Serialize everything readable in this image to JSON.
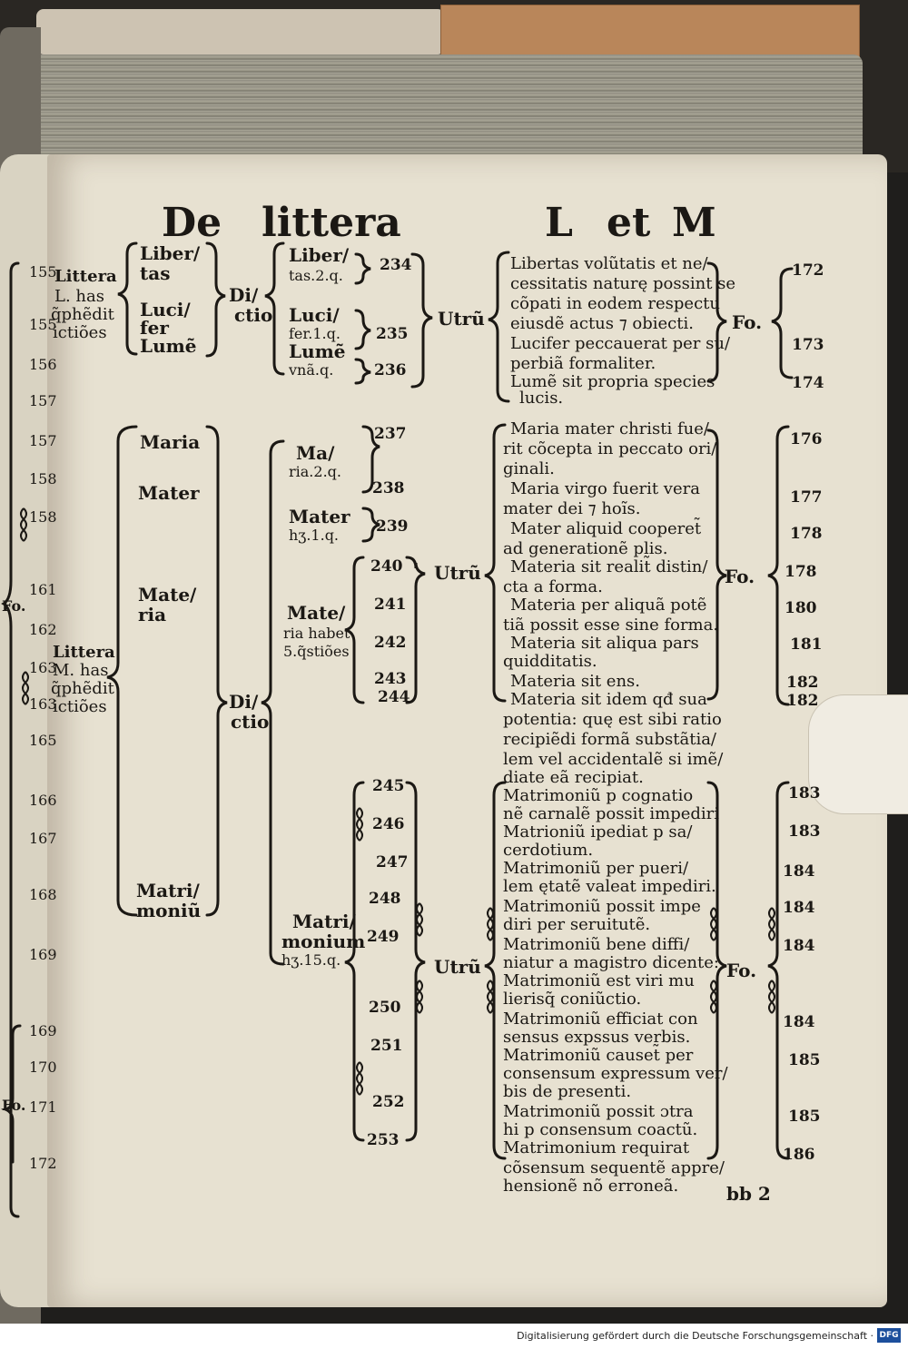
{
  "heading": {
    "part1": "De",
    "part2": "littera",
    "part3": "L",
    "part4": "et",
    "part5": "M"
  },
  "section_l": {
    "left_label": [
      "Littera",
      "L. has",
      "q̃phẽdit",
      "ictiões"
    ],
    "terms": [
      "Liber/",
      "tas",
      "Luci/",
      "fer",
      "Lumẽ"
    ],
    "dictio": [
      "Di/",
      "ctio"
    ],
    "subterms": [
      "Liber/",
      "tas.2.q.",
      "Luci/",
      "fer.1.q.",
      "Lumẽ",
      "vnã.q."
    ],
    "qnums": [
      "234",
      "235",
      "236"
    ],
    "utru": "Utrũ",
    "questions": [
      "Libertas volũtatis et ne/",
      "cessitatis naturę possint se",
      "cõpati in eodem respectu",
      "eiusdẽ actus ⁊ obiecti.",
      "Lucifer peccauerat per su/",
      "perbiã formaliter.",
      "Lumẽ sit propria species",
      "lucis."
    ],
    "fo": "Fo.",
    "folios": [
      "172",
      "173",
      "174"
    ]
  },
  "section_m": {
    "left_label": [
      "Littera",
      "M. has",
      "q̃phẽdit",
      "ictiões"
    ],
    "terms": [
      "Maria",
      "Mater",
      "Mate/",
      "ria",
      "Matri/",
      "moniũ"
    ],
    "dictio": [
      "Di/",
      "ctio"
    ],
    "subterms": [
      "Ma/",
      "ria.2.q.",
      "Mater",
      "hʒ.1.q.",
      "Mate/",
      "ria habet",
      "5.q̃stiões",
      "Matri/",
      "monium",
      "hʒ.15.q."
    ],
    "qnums_a": [
      "237",
      "238",
      "239",
      "240",
      "241",
      "242",
      "243",
      "244"
    ],
    "qnums_b": [
      "245",
      "246",
      "247",
      "248",
      "249",
      "250",
      "251",
      "252",
      "253"
    ],
    "utru": "Utrũ",
    "questions_a": [
      "Maria mater christi fue/",
      "rit cõcepta in peccato ori/",
      "ginali.",
      "Maria virgo fuerit vera",
      "mater dei ⁊ hoĩs.",
      "Mater aliquid cooperet̃",
      "ad generationẽ plis.",
      "Materia sit realit̃ distin/",
      "cta a forma.",
      "Materia per aliquã potẽ",
      "tiã possit esse sine forma.",
      "Materia sit aliqua pars",
      "quidditatis.",
      "Materia sit ens.",
      "Materia sit idem qđ sua",
      "potentia: quę est sibi ratio",
      "recipiẽdi formã substãtia/",
      "lem vel accidentalẽ si imẽ/",
      "diate eã recipiat."
    ],
    "questions_b": [
      "Matrimoniũ p cognatio",
      "nẽ carnalẽ possit impediri",
      "Matrioniũ ipediat p sa/",
      "cerdotium.",
      "Matrimoniũ per pueri/",
      "lem ętatẽ valeat impediri.",
      "Matrimoniũ possit impe",
      "diri per seruitutẽ.",
      "Matrimoniũ bene diffi/",
      "niatur a magistro dicente:",
      "Matrimoniũ est viri mu",
      "lierisq̃ coniũctio.",
      "Matrimoniũ efficiat con",
      "sensus expssus verbis.",
      "Matrimoniũ causet̃ per",
      "consensum expressum ver/",
      "bis de presenti.",
      "Matrimoniũ possit ɔtra",
      "hi p consensum coactũ.",
      "Matrimonium requirat",
      "cõsensum sequentẽ appre/",
      "hensionẽ nõ erroneã."
    ],
    "fo": "Fo.",
    "folios_a": [
      "176",
      "177",
      "178",
      "178",
      "180",
      "181",
      "182",
      "182"
    ],
    "folios_b": [
      "183",
      "183",
      "184",
      "184",
      "184",
      "184",
      "185",
      "185",
      "186"
    ]
  },
  "signature": "bb 2",
  "left_margin_numbers": [
    "155",
    "155",
    "156",
    "157",
    "157",
    "158",
    "158",
    "161",
    "162",
    "163",
    "163",
    "165",
    "166",
    "167",
    "168",
    "169",
    "169",
    "170",
    "171",
    "172"
  ],
  "left_margin_fo": [
    "Fo.",
    "Fo."
  ],
  "footer": {
    "text": "Digitalisierung gefördert durch die Deutsche Forschungsgemeinschaft ·",
    "logo": "DFG"
  }
}
